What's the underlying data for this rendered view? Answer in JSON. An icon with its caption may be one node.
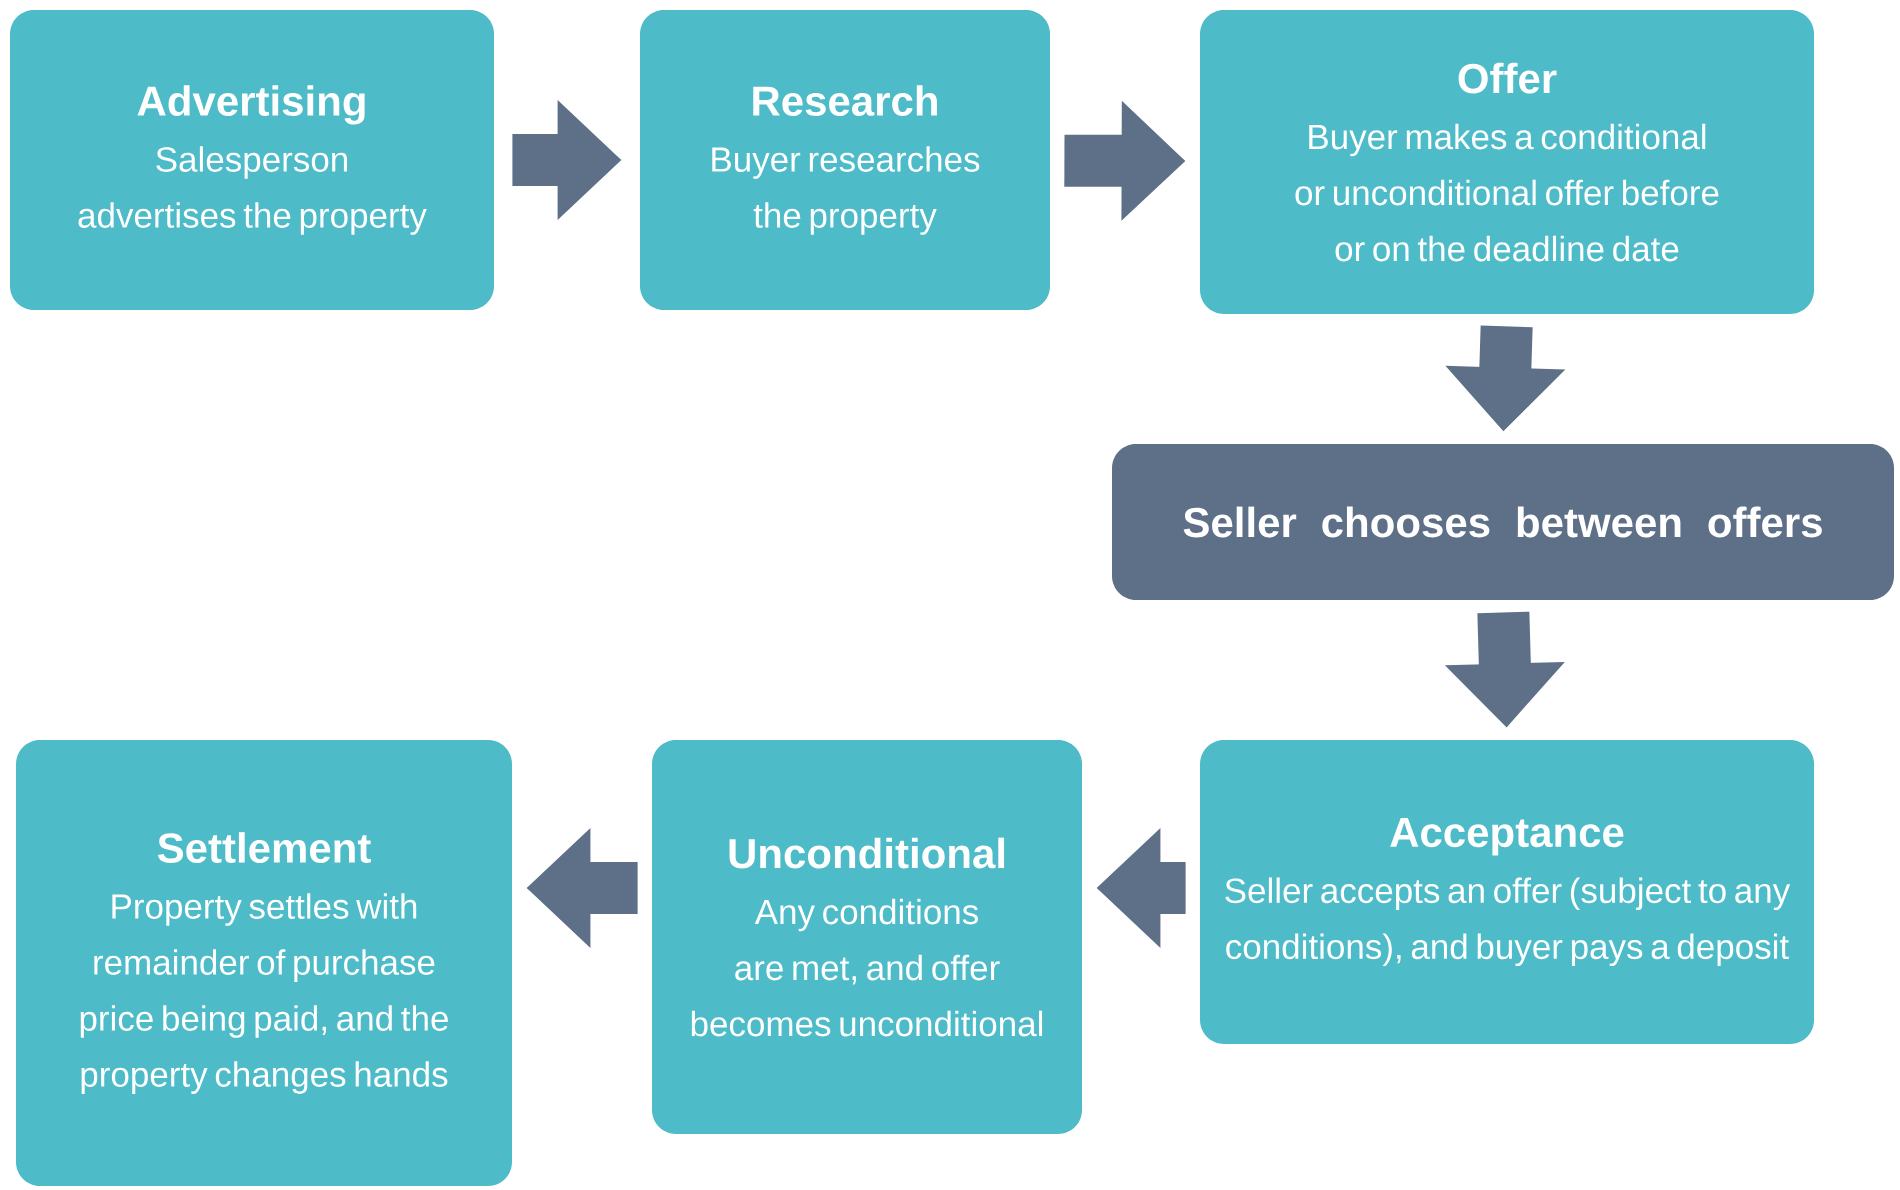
{
  "diagram": {
    "nodes": [
      {
        "text": [
          "Advertising",
          "Salesperson advertises the property"
        ]
      },
      {
        "text": [
          "Research",
          "Buyer researches the property"
        ]
      },
      {
        "text": [
          "Offer",
          "Buyer makes a conditional or unconditional offer before or on the deadline date"
        ]
      },
      {
        "text": [
          "Seller chooses between offers"
        ]
      },
      {
        "text": [
          "Acceptance",
          "Seller accepts an offer (subject to any conditions), and buyer pays a deposit"
        ]
      },
      {
        "text": [
          "Unconditional",
          "Any conditions are met, and offer becomes unconditional"
        ]
      },
      {
        "text": [
          "Settlement",
          "Property settles with remainder of purchase price being paid, and the property changes hands"
        ]
      }
    ],
    "edges": [
      {
        "from": 0,
        "to": 1,
        "arrow": "to"
      },
      {
        "from": 1,
        "to": 2,
        "arrow": "to"
      },
      {
        "from": 2,
        "to": 3,
        "arrow": "to"
      },
      {
        "from": 3,
        "to": 4,
        "arrow": "to"
      },
      {
        "from": 4,
        "to": 5,
        "arrow": "to"
      },
      {
        "from": 5,
        "to": 6,
        "arrow": "to"
      }
    ]
  }
}
